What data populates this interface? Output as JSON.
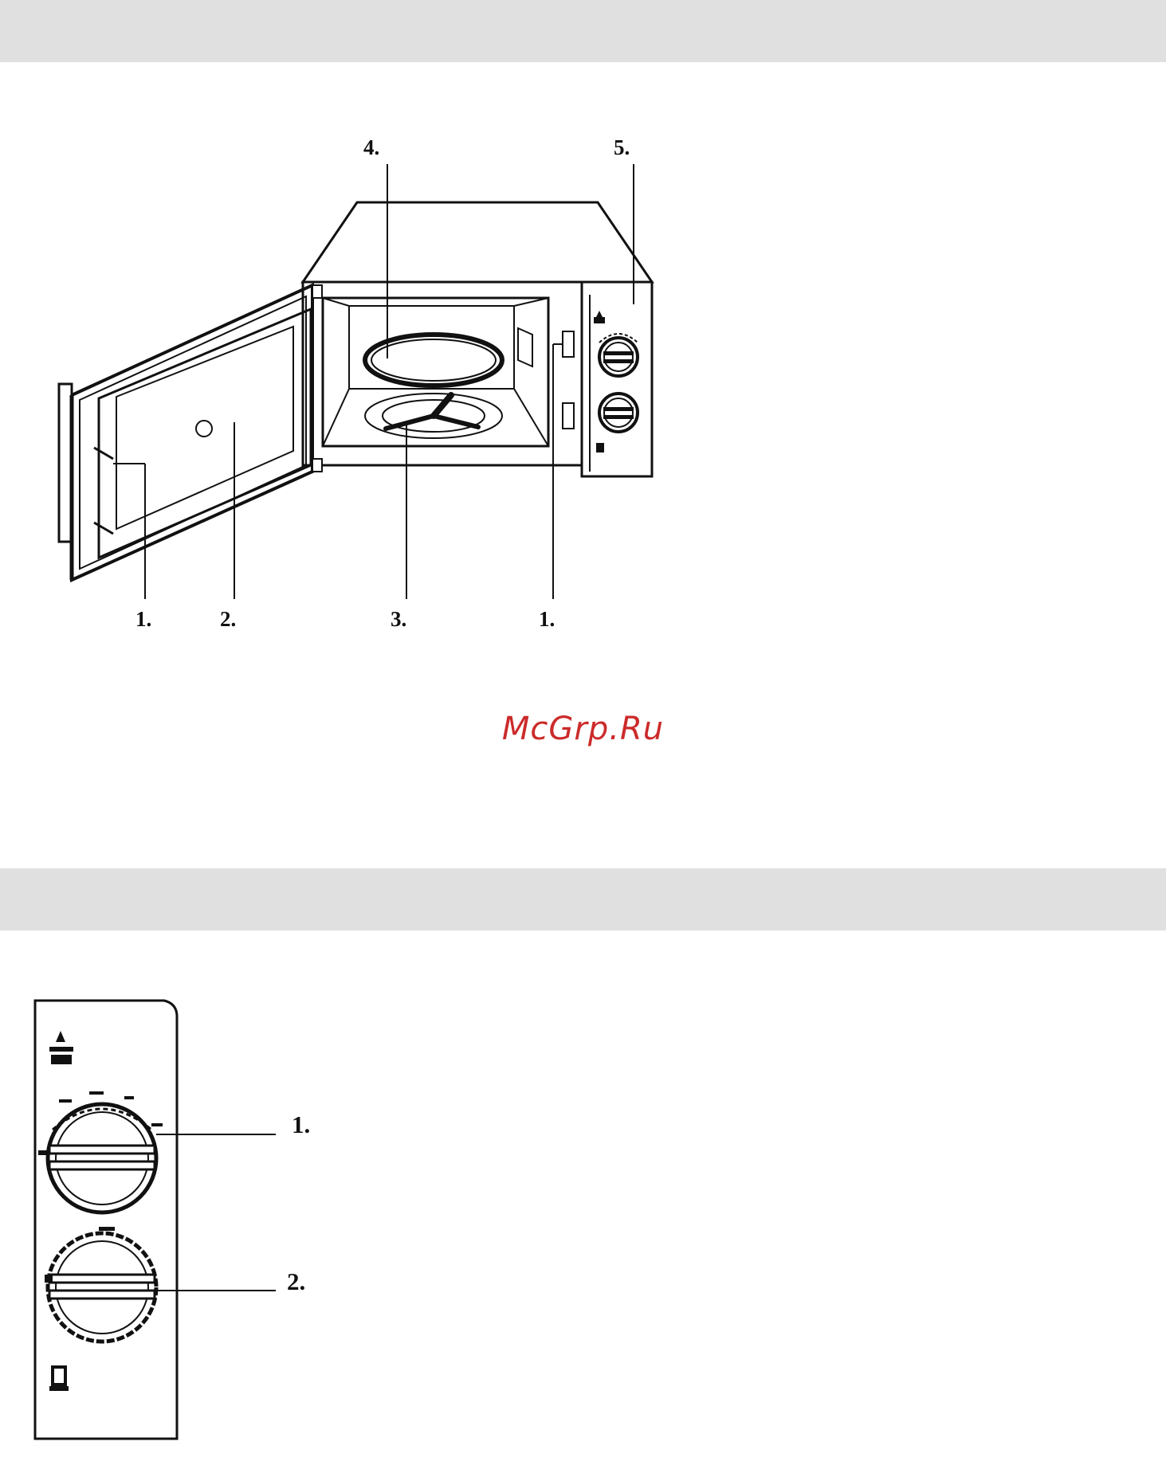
{
  "figure1": {
    "callouts": {
      "door_latch_left": "1.",
      "door_window": "2.",
      "turntable_support": "3.",
      "glass_tray": "4.",
      "control_panel": "5.",
      "interlock_right": "1."
    }
  },
  "watermark": "McGrp.Ru",
  "figure2": {
    "callouts": {
      "power_knob": "1.",
      "timer_knob": "2."
    }
  }
}
